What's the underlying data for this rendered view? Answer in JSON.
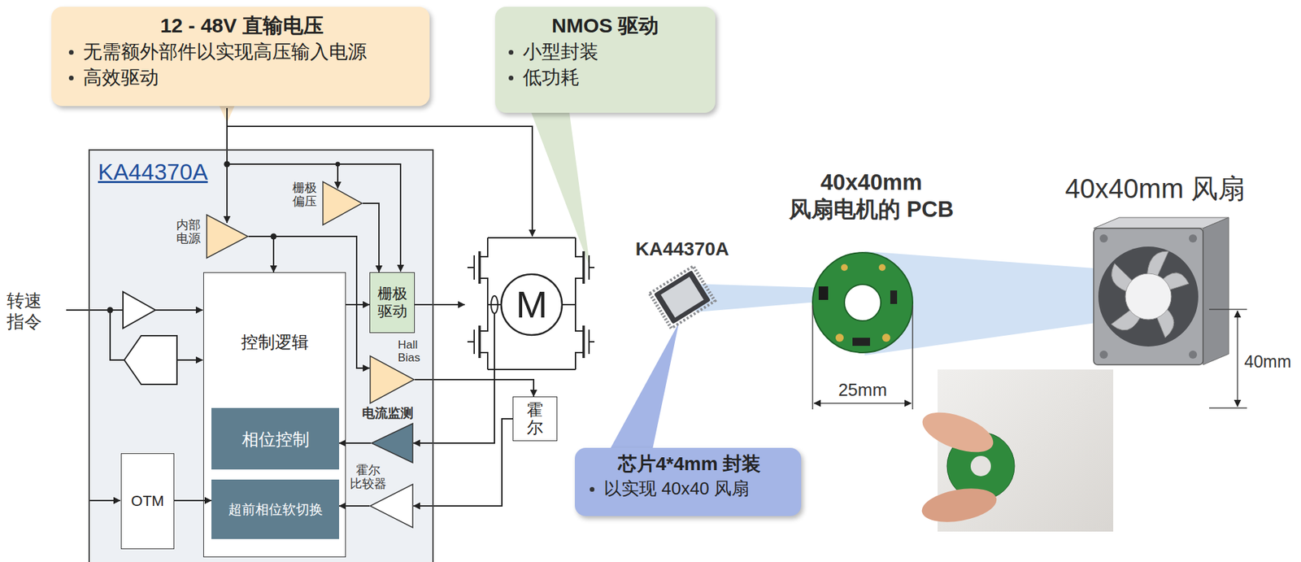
{
  "diagram": {
    "nodes": [
      {
        "text": [
          "12 - 48V 直输电压",
          "无需额外部件以实现高压输入电源",
          "高效驱动"
        ]
      },
      {
        "text": [
          "NMOS 驱动",
          "小型封装",
          "低功耗"
        ]
      },
      {
        "text": [
          "KA44370A"
        ]
      },
      {
        "text": [
          "内部 电源"
        ],
        "in": 2
      },
      {
        "text": [
          "栅极 偏压"
        ],
        "in": 2
      },
      {
        "text": [
          "控制逻辑"
        ],
        "in": 2
      },
      {
        "text": [
          "相位控制"
        ],
        "in": 5
      },
      {
        "text": [
          "超前相位软切换"
        ],
        "in": 5
      },
      {
        "text": [
          "栅极 驱动"
        ],
        "in": 2
      },
      {
        "text": [
          "Hall Bias"
        ],
        "in": 2
      },
      {
        "text": [
          "电流监测"
        ],
        "in": 2
      },
      {
        "text": [
          "霍尔 比较器"
        ],
        "in": 2
      },
      {
        "text": [
          "OTM"
        ],
        "in": 2
      },
      {
        "text": [
          "M"
        ]
      },
      {
        "text": [
          "霍尔"
        ]
      },
      {
        "text": [
          "芯片4*4mm 封装",
          "以实现 40x40 风扇"
        ]
      }
    ],
    "edges": [
      {
        "from": 3,
        "to": 5,
        "arrow": "to"
      },
      {
        "from": 3,
        "to": 9,
        "arrow": "to"
      },
      {
        "from": 4,
        "to": 8,
        "arrow": "to"
      },
      {
        "from": 5,
        "to": 8,
        "arrow": "to"
      },
      {
        "from": 8,
        "to": 13,
        "arrow": "to"
      },
      {
        "from": 9,
        "to": 14,
        "arrow": "to"
      },
      {
        "from": 14,
        "to": 11,
        "arrow": "to"
      },
      {
        "from": 13,
        "to": 10,
        "arrow": "to"
      },
      {
        "from": 10,
        "to": 6,
        "arrow": "to"
      },
      {
        "from": 11,
        "to": 7,
        "arrow": "to"
      },
      {
        "from": 12,
        "to": 7,
        "arrow": "to"
      }
    ],
    "labels": [
      "转速 指令",
      "KA44370A",
      "40x40mm 风扇电机的 PCB",
      "40x40mm 风扇",
      "25mm",
      "40mm"
    ]
  }
}
